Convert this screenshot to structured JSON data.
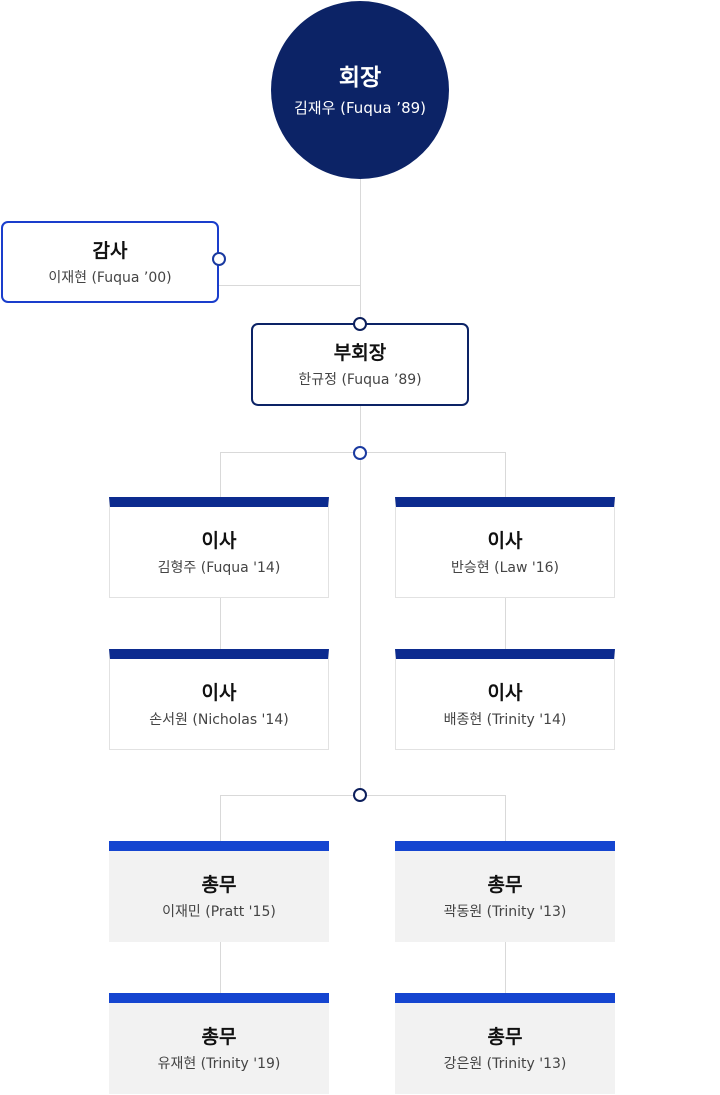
{
  "chairman": {
    "title": "회장",
    "name": "김재우 (Fuqua ’89)"
  },
  "auditor": {
    "title": "감사",
    "name": "이재현 (Fuqua ’00)"
  },
  "vice_chairman": {
    "title": "부회장",
    "name": "한규정 (Fuqua ’89)"
  },
  "directors": [
    {
      "title": "이사",
      "name": "김형주 (Fuqua '14)"
    },
    {
      "title": "이사",
      "name": "반승현 (Law '16)"
    },
    {
      "title": "이사",
      "name": "손서원 (Nicholas '14)"
    },
    {
      "title": "이사",
      "name": "배종현 (Trinity '14)"
    }
  ],
  "secretaries": [
    {
      "title": "총무",
      "name": "이재민 (Pratt '15)"
    },
    {
      "title": "총무",
      "name": "곽동원 (Trinity '13)"
    },
    {
      "title": "총무",
      "name": "유재현 (Trinity '19)"
    },
    {
      "title": "총무",
      "name": "강은원 (Trinity '13)"
    }
  ],
  "colors": {
    "chairman_bg": "#0c2366",
    "director_bar": "#0c2b8f",
    "secretary_bar": "#1545d0",
    "connector": "#d9d9d9"
  }
}
